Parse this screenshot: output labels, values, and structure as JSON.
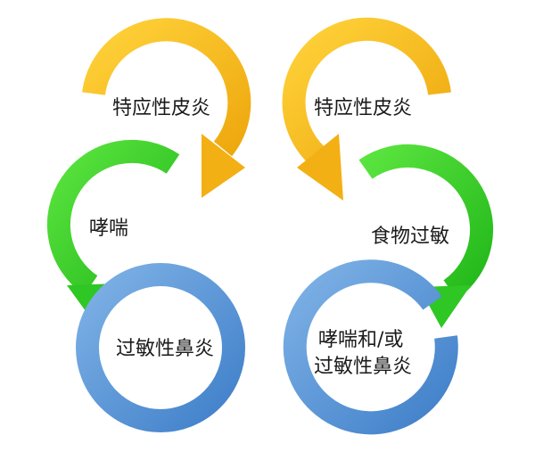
{
  "left_cycle": {
    "top_label": "特应性皮炎",
    "middle_label": "哮喘",
    "bottom_label": "过敏性鼻炎"
  },
  "right_cycle": {
    "top_label": "特应性皮炎",
    "middle_label": "食物过敏",
    "bottom_label_line1": "哮喘和/或",
    "bottom_label_line2": "过敏性鼻炎"
  },
  "colors": {
    "yellow": "#F7B81C",
    "green": "#38D02A",
    "blue": "#5C97D7"
  }
}
